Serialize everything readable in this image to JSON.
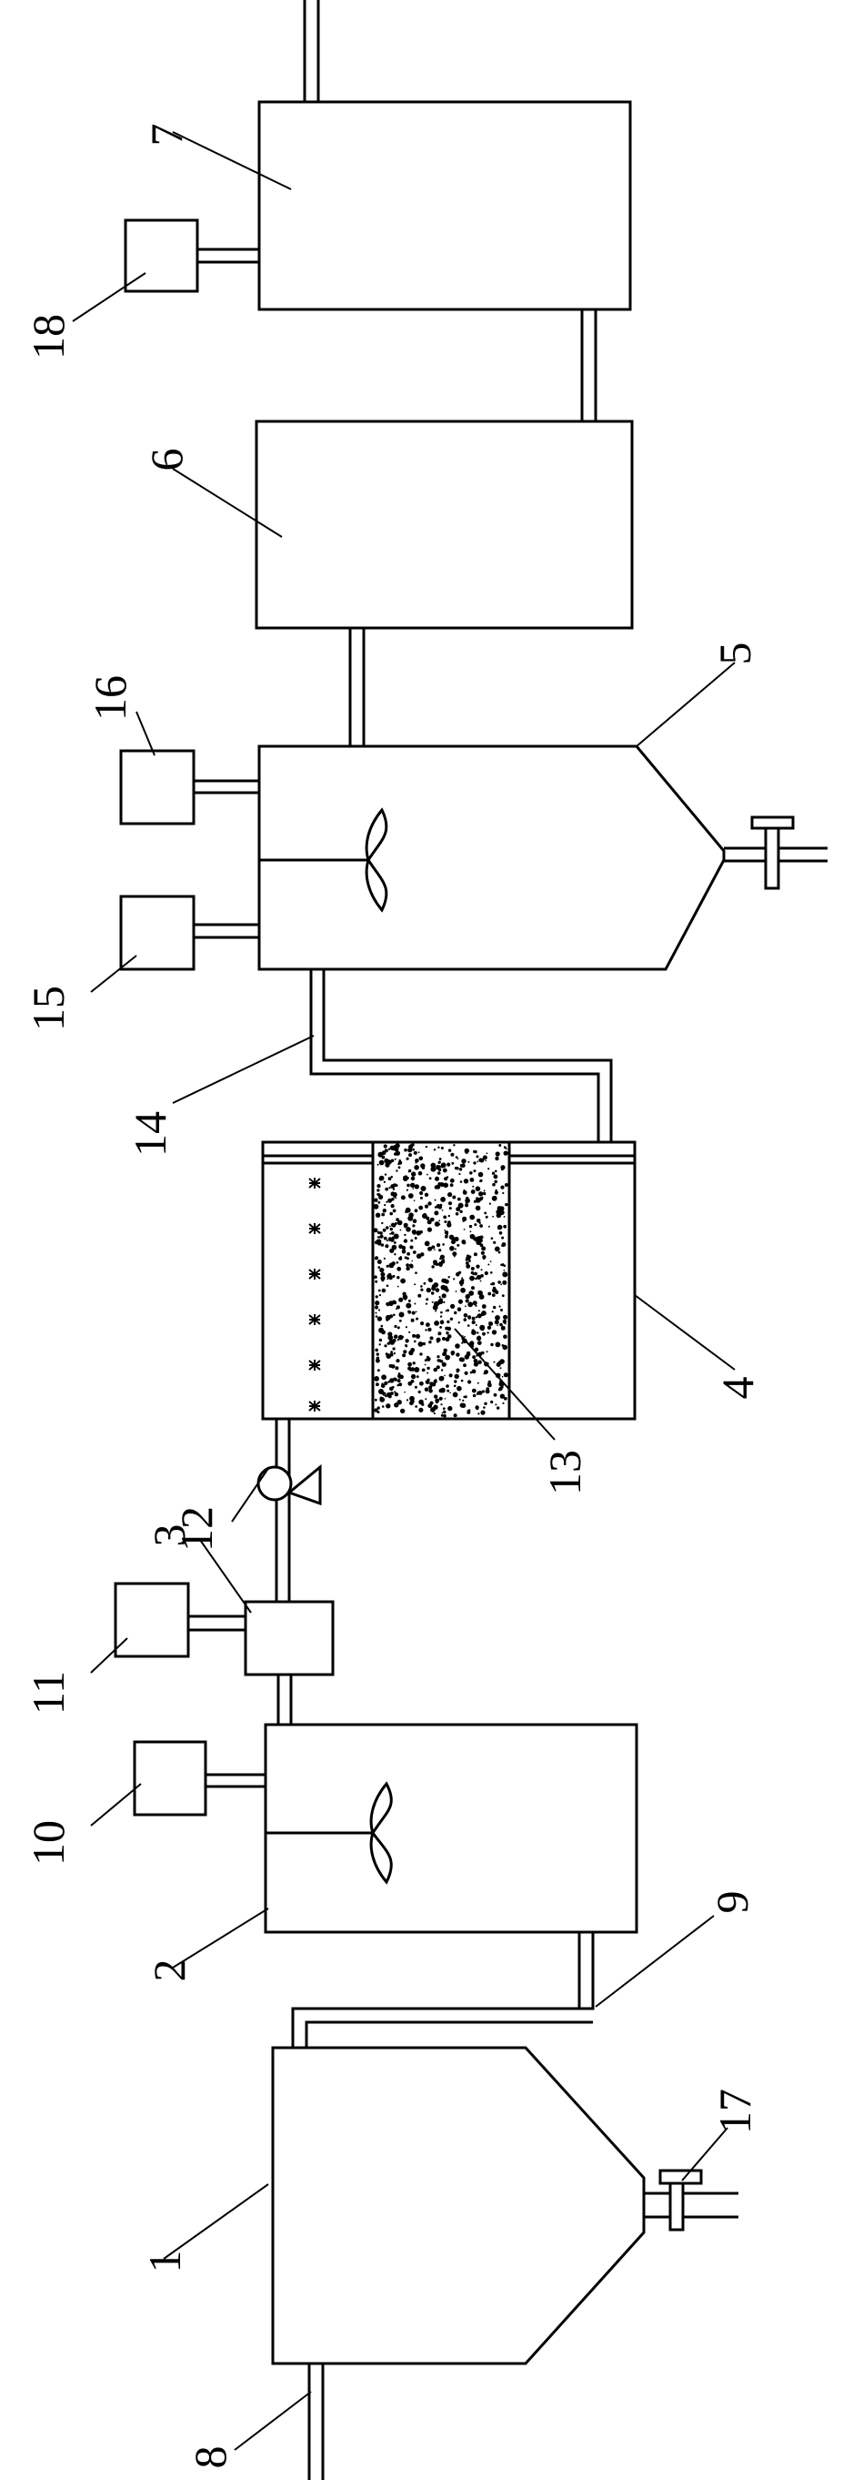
{
  "diagram": {
    "labels": {
      "tank_1": "1",
      "tank_2": "2",
      "unit_3": "3",
      "tank_4": "4",
      "tank_5": "5",
      "tank_6": "6",
      "tank_7": "7",
      "pipe_8": "8",
      "pipe_9": "9",
      "box_10": "10",
      "box_11": "11",
      "pump_12": "12",
      "media_13": "13",
      "pipe_14": "14",
      "box_15": "15",
      "box_16": "16",
      "valve_17": "17",
      "box_18": "18"
    }
  }
}
